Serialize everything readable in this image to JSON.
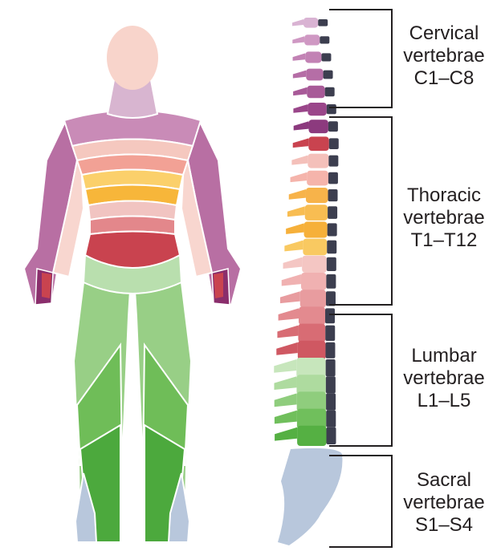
{
  "regions": [
    {
      "id": "cervical",
      "name": "Cervical",
      "line2": "vertebrae",
      "range": "C1–C8",
      "color": "#b0467e",
      "light": "#d7b6d2"
    },
    {
      "id": "thoracic",
      "name": "Thoracic",
      "line2": "vertebrae",
      "range": "T1–T12",
      "color": "#c9434f",
      "light": "#f2c6c4"
    },
    {
      "id": "lumbar",
      "name": "Lumbar",
      "line2": "vertebrae",
      "range": "L1–L5",
      "color": "#4ca93d",
      "light": "#b6dca9"
    },
    {
      "id": "sacral",
      "name": "Sacral",
      "line2": "vertebrae",
      "range": "S1–S4",
      "color": "#b3c4d9",
      "light": "#c3d0e2"
    }
  ],
  "colors": {
    "head": "#f8d4cb",
    "neck": "#d8b5d0",
    "shoulder": "#c98bb7",
    "arm_outer": "#b86fa3",
    "arm_inner": "#f8d6cf",
    "chest_light": "#f5c8bf",
    "chest_salmon": "#f2a195",
    "yellow": "#f7b63a",
    "light_yellow": "#fbd06b",
    "pink": "#f1c4c1",
    "rose": "#e3878b",
    "red": "#c9434f",
    "hand_purple": "#8a2e6c",
    "leg_light": "#b9dfae",
    "leg_mid": "#98cf86",
    "leg_green": "#6fbd58",
    "leg_dark": "#4ca93d",
    "foot_blue": "#b8c7dc",
    "disc": "#3c3e4f",
    "bracket": "#231f20"
  },
  "vertebrae_colors": [
    "#d9b3d3",
    "#cf98c3",
    "#c282b4",
    "#b56ea6",
    "#a85a98",
    "#9a468a",
    "#8c3a7e",
    "#c9434f",
    "#f4c0ba",
    "#f5b4ab",
    "#f7b34a",
    "#f8bd52",
    "#f6b03a",
    "#f9c961",
    "#f4c6c3",
    "#f0b1b1",
    "#e89c9f",
    "#e38a8f",
    "#d86c74",
    "#cf5862",
    "#c7e6bc",
    "#aedb9f",
    "#8fcd7d",
    "#70bf5c",
    "#55b043"
  ]
}
